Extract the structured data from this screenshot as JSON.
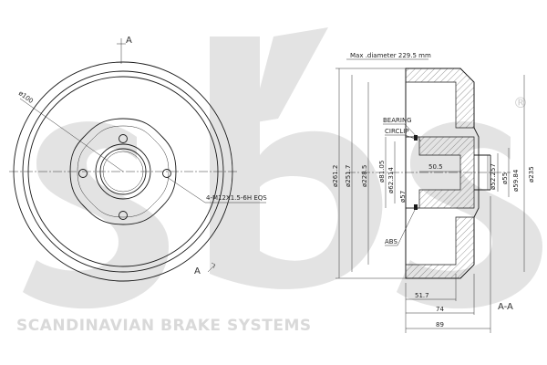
{
  "watermark": {
    "logo_text": "sbs",
    "tagline": "SCANDINAVIAN BRAKE SYSTEMS",
    "registered": "®",
    "color": "#d9d9d9"
  },
  "front_view": {
    "section_marker_top": "A",
    "section_marker_bottom": "A",
    "bolt_circle_label": "ø100",
    "thread_label": "4-M12X1.5-6H EQS"
  },
  "section_view": {
    "title": "Max .diameter 229.5 mm",
    "section_label": "A-A",
    "labels": {
      "bearing": "BEARING",
      "circlip": "CIRCLIP",
      "abs": "ABS"
    },
    "diameters": {
      "d1": "ø261.2",
      "d2": "ø251.7",
      "d3": "ø228.5",
      "d4": "ø81.05",
      "d5": "ø62.314",
      "d6": "ø57",
      "d7": "ø52.257",
      "d8": "ø55",
      "d9": "ø59.84",
      "d10": "ø235"
    },
    "lengths": {
      "l1": "50.5",
      "l2": "51.7",
      "l3": "74",
      "l4": "89"
    }
  }
}
